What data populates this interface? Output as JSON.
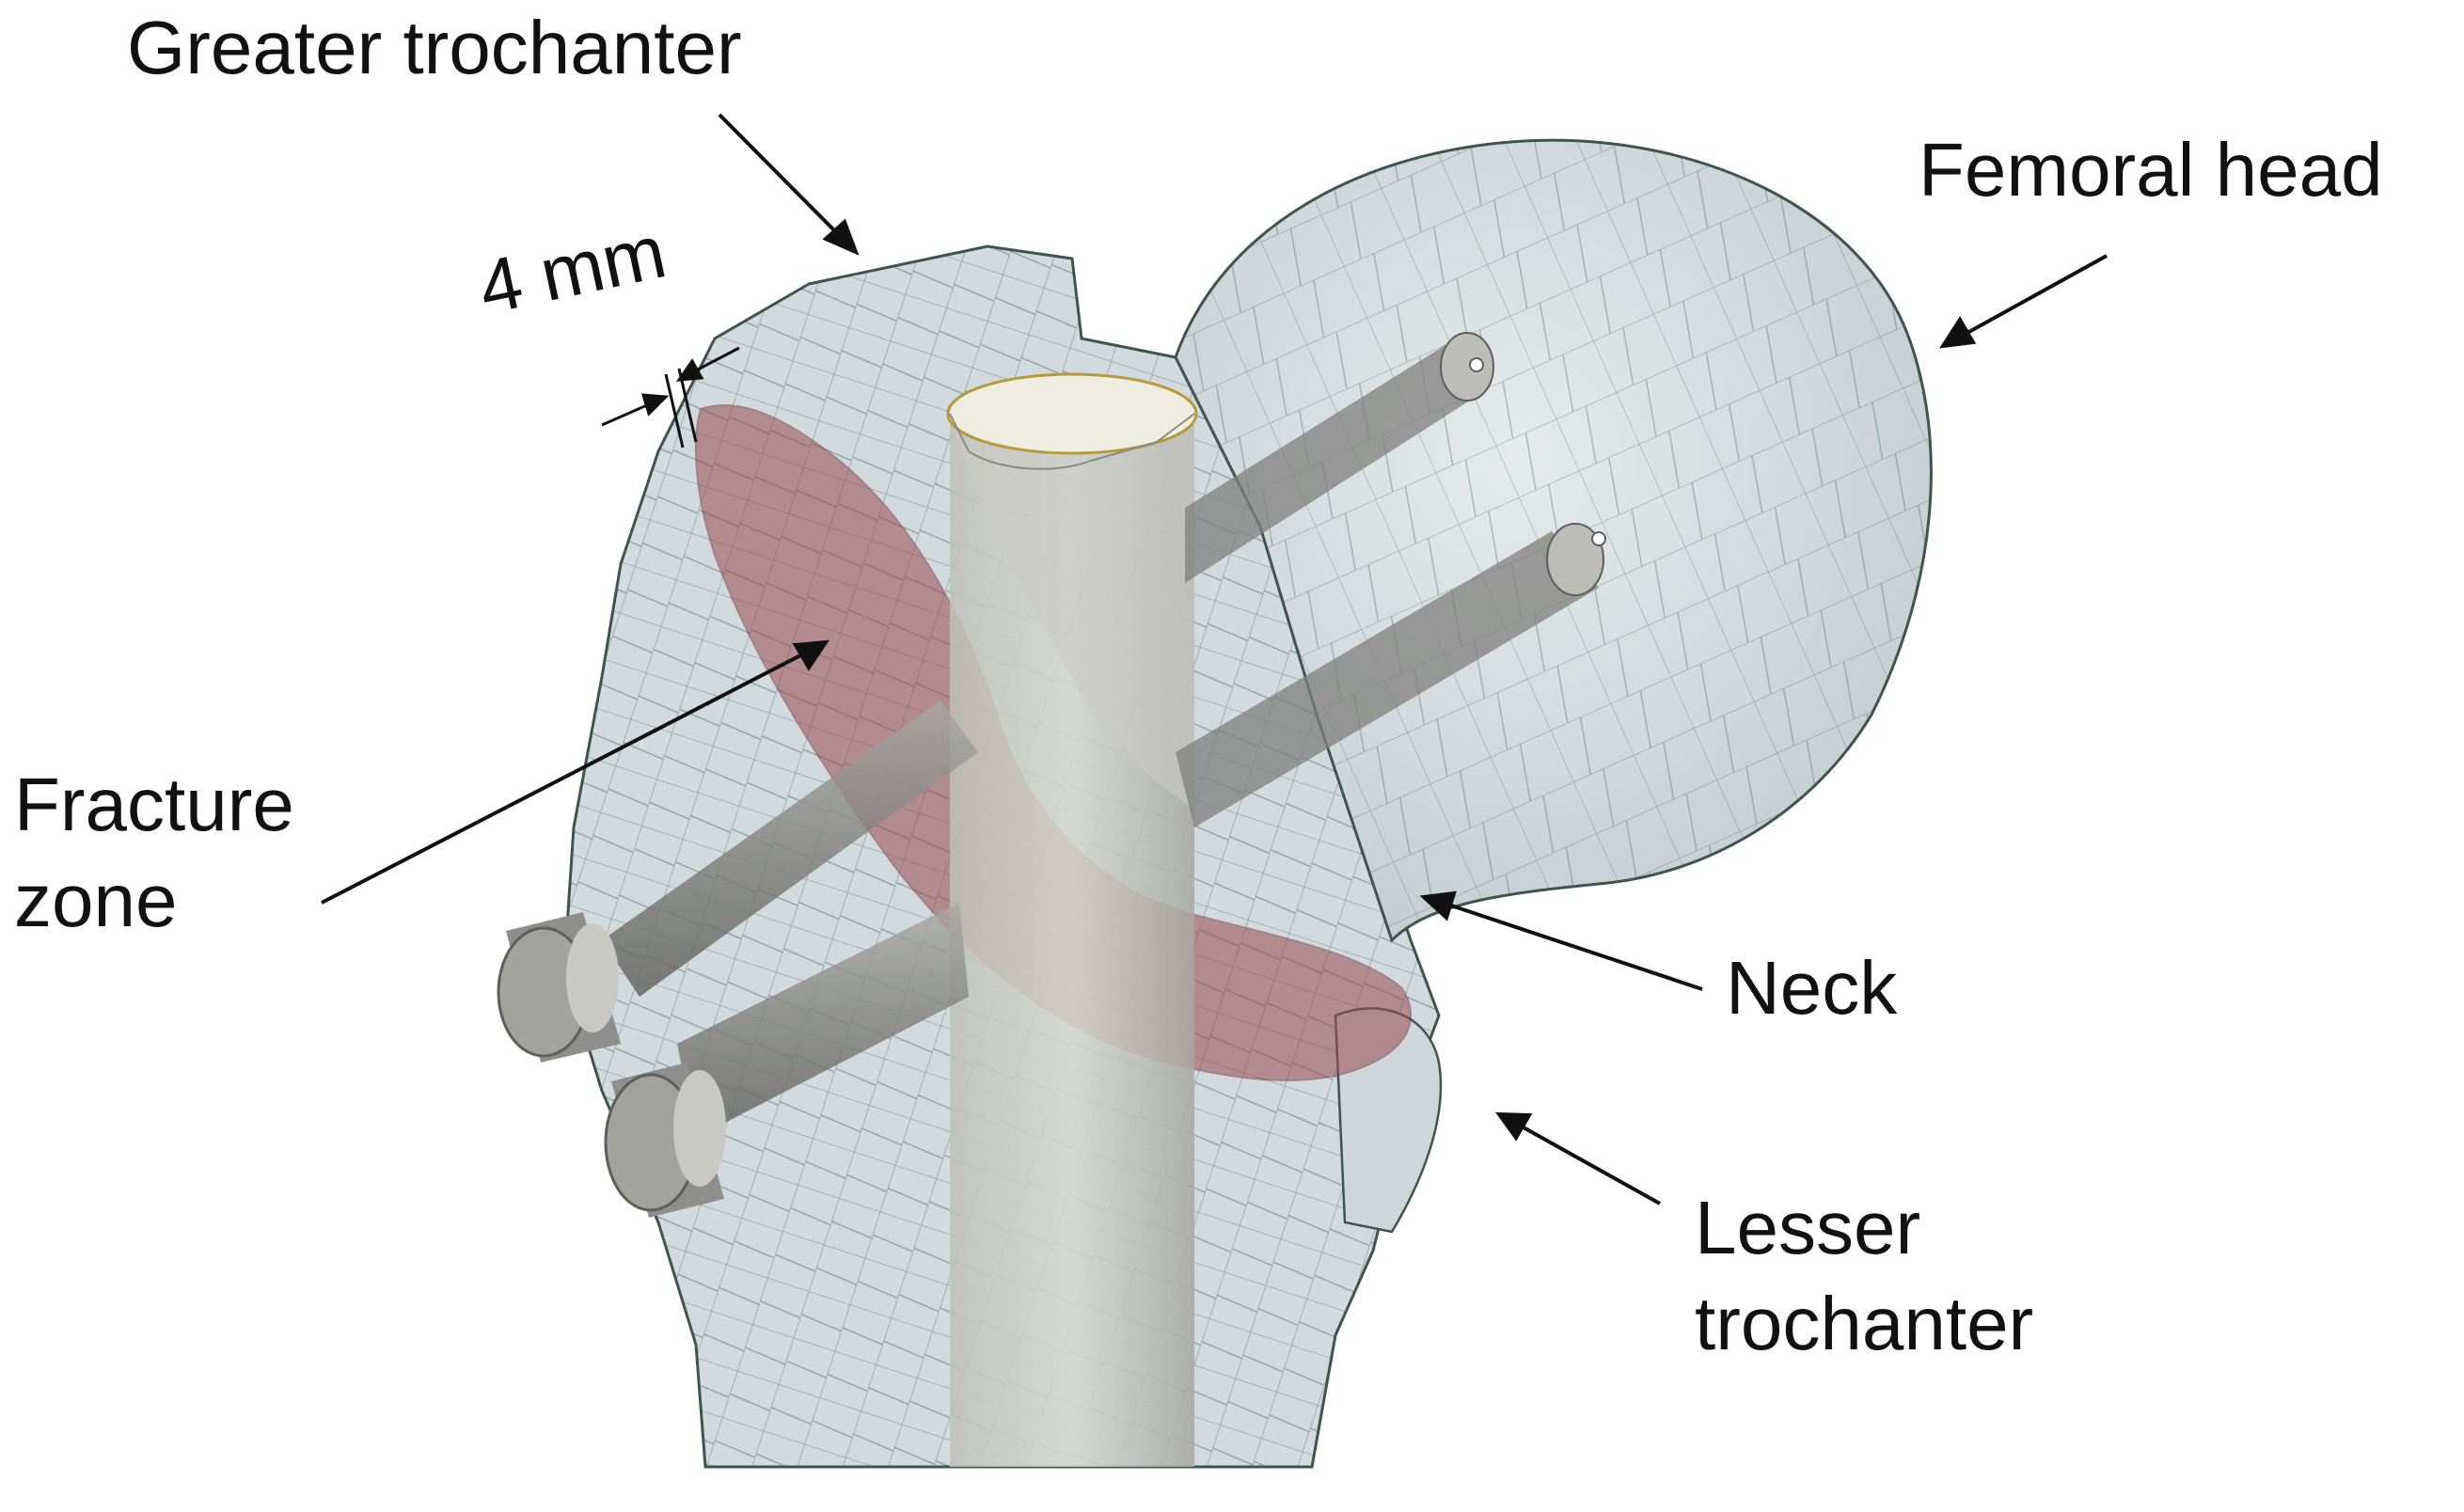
{
  "labels": {
    "greater_trochanter": "Greater trochanter",
    "femoral_head": "Femoral head",
    "fracture_zone_line1": "Fracture",
    "fracture_zone_line2": "zone",
    "neck": "Neck",
    "lesser_trochanter_line1": "Lesser",
    "lesser_trochanter_line2": "trochanter",
    "gap_dimension": "4 mm"
  },
  "colors": {
    "bone_fill": "#d3dade",
    "mesh_line": "#3f5450",
    "fracture_zone": "#9a4a52",
    "screw_fill": "#8e8e8c",
    "nail_fill": "#c7c8c3",
    "arrow": "#111111",
    "text": "#111111"
  }
}
